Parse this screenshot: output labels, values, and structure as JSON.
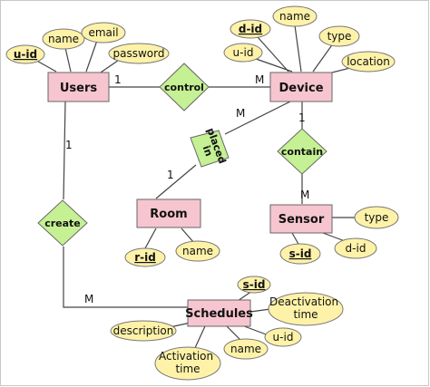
{
  "entities": {
    "users": "Users",
    "device": "Device",
    "room": "Room",
    "sensor": "Sensor",
    "schedules": "Schedules"
  },
  "relationships": {
    "control": "control",
    "placed_in": "placed in",
    "contain": "contain",
    "create": "create"
  },
  "attributes": {
    "users_id": "u-id",
    "users_name": "name",
    "users_email": "email",
    "users_password": "password",
    "device_id": "d-id",
    "device_name": "name",
    "device_type": "type",
    "device_uid": "u-id",
    "device_location": "location",
    "room_id": "r-id",
    "room_name": "name",
    "sensor_id": "s-id",
    "sensor_type": "type",
    "sensor_did": "d-id",
    "sched_id": "s-id",
    "sched_deactivation": "Deactivation time",
    "sched_description": "description",
    "sched_activation": "Activation time",
    "sched_name": "name",
    "sched_uid": "u-id"
  },
  "cardinalities": {
    "users_control": "1",
    "control_device": "M",
    "device_placed": "M",
    "placed_room": "1",
    "device_contain": "1",
    "contain_sensor": "M",
    "users_create": "1",
    "create_schedules": "M"
  },
  "colors": {
    "entity_fill": "#f7c5d0",
    "attribute_fill": "#fef2a9",
    "relationship_fill": "#c5f093"
  }
}
